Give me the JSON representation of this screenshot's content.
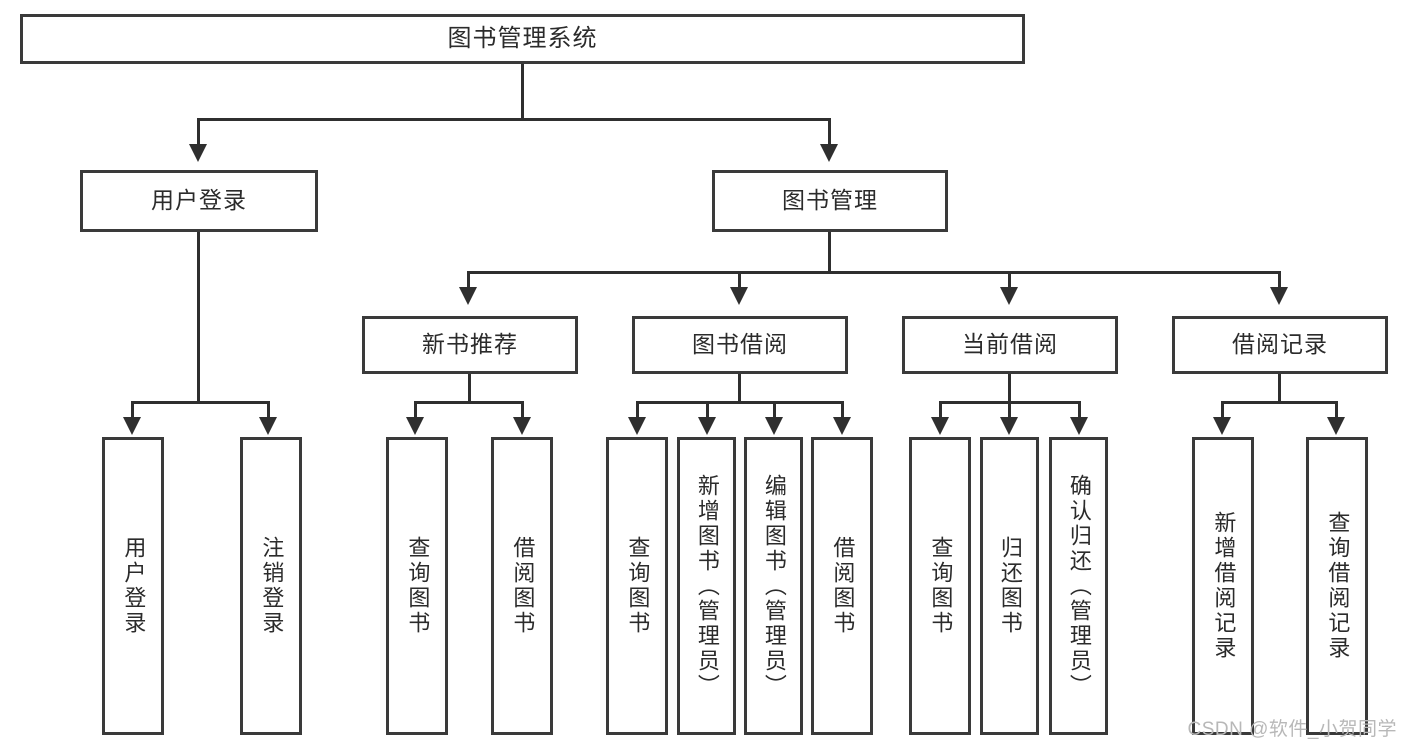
{
  "diagram": {
    "title": "图书管理系统",
    "type": "hierarchy-tree",
    "root": {
      "label": "图书管理系统"
    },
    "level2": [
      {
        "label": "用户登录"
      },
      {
        "label": "图书管理"
      }
    ],
    "level3": [
      {
        "label": "新书推荐"
      },
      {
        "label": "图书借阅"
      },
      {
        "label": "当前借阅"
      },
      {
        "label": "借阅记录"
      }
    ],
    "leaves": {
      "user_login": [
        {
          "label": "用户登录"
        },
        {
          "label": "注销登录"
        }
      ],
      "new_book_recommend": [
        {
          "label": "查询图书"
        },
        {
          "label": "借阅图书"
        }
      ],
      "book_borrow": [
        {
          "label": "查询图书"
        },
        {
          "label": "新增图书（管理员）"
        },
        {
          "label": "编辑图书（管理员）"
        },
        {
          "label": "借阅图书"
        }
      ],
      "current_borrow": [
        {
          "label": "查询图书"
        },
        {
          "label": "归还图书"
        },
        {
          "label": "确认归还（管理员）"
        }
      ],
      "borrow_record": [
        {
          "label": "新增借阅记录"
        },
        {
          "label": "查询借阅记录"
        }
      ]
    }
  },
  "watermark": {
    "text": "CSDN @软件_小贺同学"
  },
  "colors": {
    "border": "#3a3a3a",
    "line": "#2f2f2f",
    "text": "#2b2b2b",
    "background": "#ffffff",
    "watermark": "#b8b8b8"
  }
}
